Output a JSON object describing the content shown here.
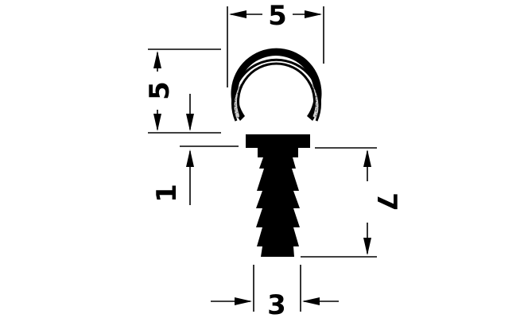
{
  "dimensions": {
    "top_width": "5",
    "seal_height": "5",
    "gap": "1",
    "stem_height": "7",
    "stem_width": "3"
  },
  "colors": {
    "line": "#000000",
    "profile": "#000000",
    "seal_texture": "#bdbdbd",
    "background": "#ffffff"
  }
}
